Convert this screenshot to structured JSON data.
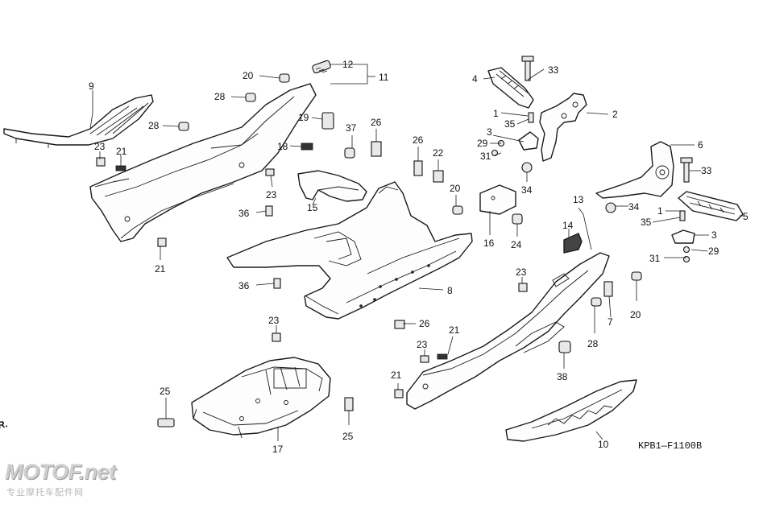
{
  "diagram": {
    "code": "KPB1—F1100B",
    "edge_fragment": "FR."
  },
  "watermark": {
    "brand": "MOTOF.net",
    "tagline": "专业摩托车配件网"
  },
  "callouts": [
    "9",
    "23",
    "21",
    "21",
    "28",
    "20",
    "28",
    "12",
    "11",
    "19",
    "18",
    "37",
    "26",
    "23",
    "36",
    "15",
    "36",
    "26",
    "22",
    "20",
    "16",
    "24",
    "4",
    "33",
    "1",
    "35",
    "2",
    "3",
    "29",
    "31",
    "34",
    "6",
    "33",
    "34",
    "1",
    "35",
    "5",
    "3",
    "31",
    "29",
    "13",
    "14",
    "8",
    "23",
    "20",
    "7",
    "28",
    "38",
    "26",
    "23",
    "21",
    "23",
    "25",
    "17",
    "25",
    "21",
    "10"
  ]
}
